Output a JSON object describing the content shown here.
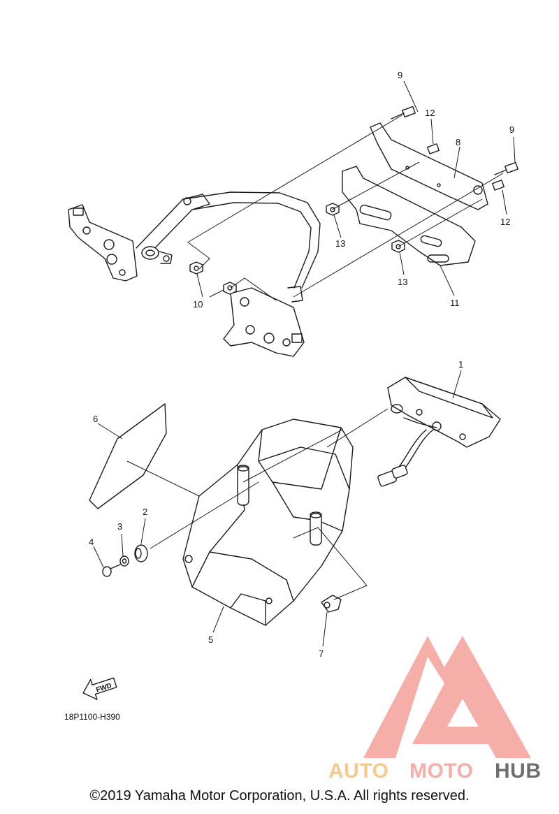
{
  "diagram": {
    "callouts": [
      "1",
      "2",
      "3",
      "4",
      "5",
      "6",
      "7",
      "8",
      "9",
      "9",
      "10",
      "11",
      "12",
      "12",
      "13",
      "13"
    ],
    "forward_label": "FWD",
    "diagram_code": "18P1100-H390"
  },
  "watermark": {
    "brand_part1": "AUTO",
    "brand_part2": "MOTO",
    "brand_part3": "HUB",
    "color_primary": "#f4a09a",
    "color_secondary": "#f5c07a",
    "color_dark": "#555555"
  },
  "footer": {
    "copyright": "©2019 Yamaha Motor Corporation, U.S.A. All rights reserved."
  }
}
